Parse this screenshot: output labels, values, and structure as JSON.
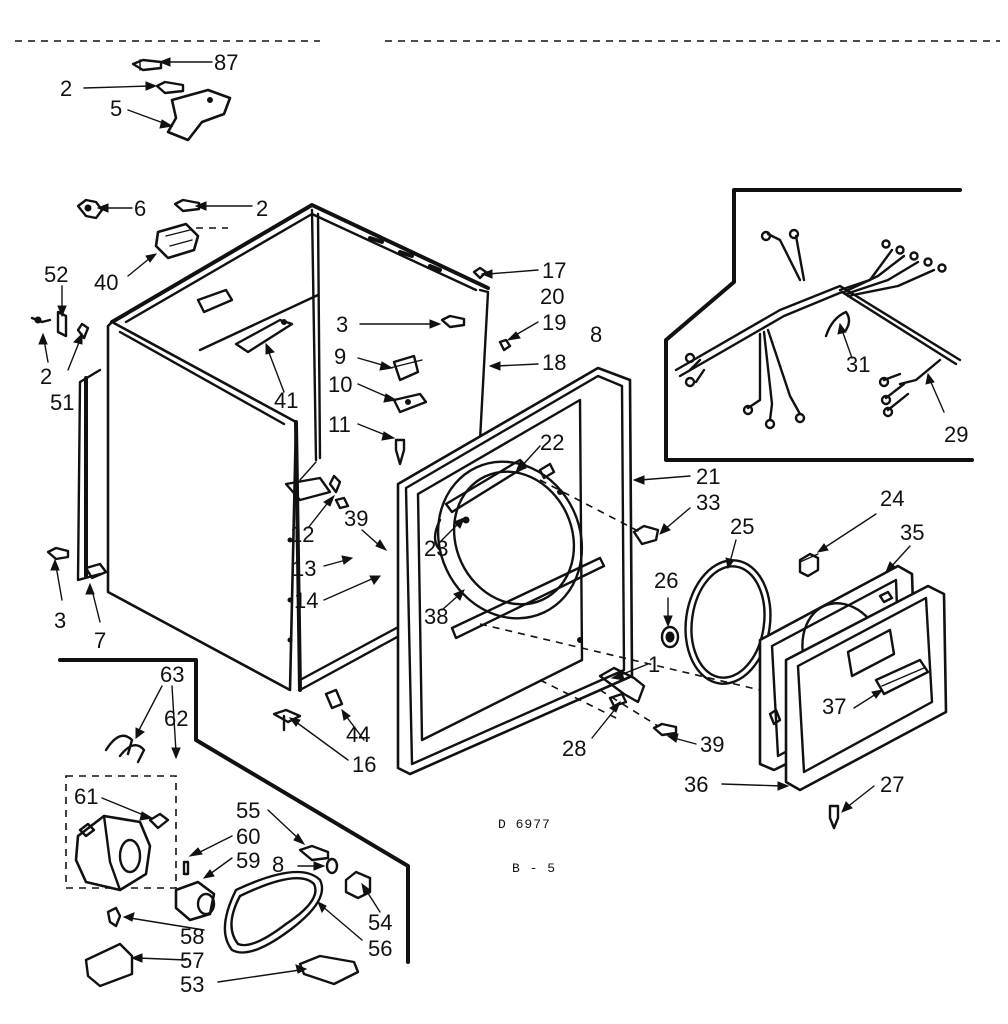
{
  "drawing_number": "D 6977",
  "page_label": "B - 5",
  "callouts": {
    "c87": "87",
    "c2a": "2",
    "c5": "5",
    "c6": "6",
    "c2b": "2",
    "c40": "40",
    "c52": "52",
    "c2c": "2",
    "c51": "51",
    "c3a": "3",
    "c7": "7",
    "c17": "17",
    "c20": "20",
    "c8a": "8",
    "c3b": "3",
    "c19": "19",
    "c18": "18",
    "c9": "9",
    "c10": "10",
    "c11": "11",
    "c41": "41",
    "c22": "22",
    "c21": "21",
    "c33": "33",
    "c23": "23",
    "c12": "12",
    "c39a": "39",
    "c13": "13",
    "c14": "14",
    "c38": "38",
    "c44": "44",
    "c16": "16",
    "c1": "1",
    "c28": "28",
    "c39b": "39",
    "c26": "26",
    "c25": "25",
    "c24": "24",
    "c35": "35",
    "c37": "37",
    "c36": "36",
    "c27": "27",
    "c31": "31",
    "c29": "29",
    "c63": "63",
    "c62": "62",
    "c61": "61",
    "c55": "55",
    "c60": "60",
    "c59": "59",
    "c8b": "8",
    "c54": "54",
    "c58": "58",
    "c56": "56",
    "c57": "57",
    "c53": "53"
  }
}
